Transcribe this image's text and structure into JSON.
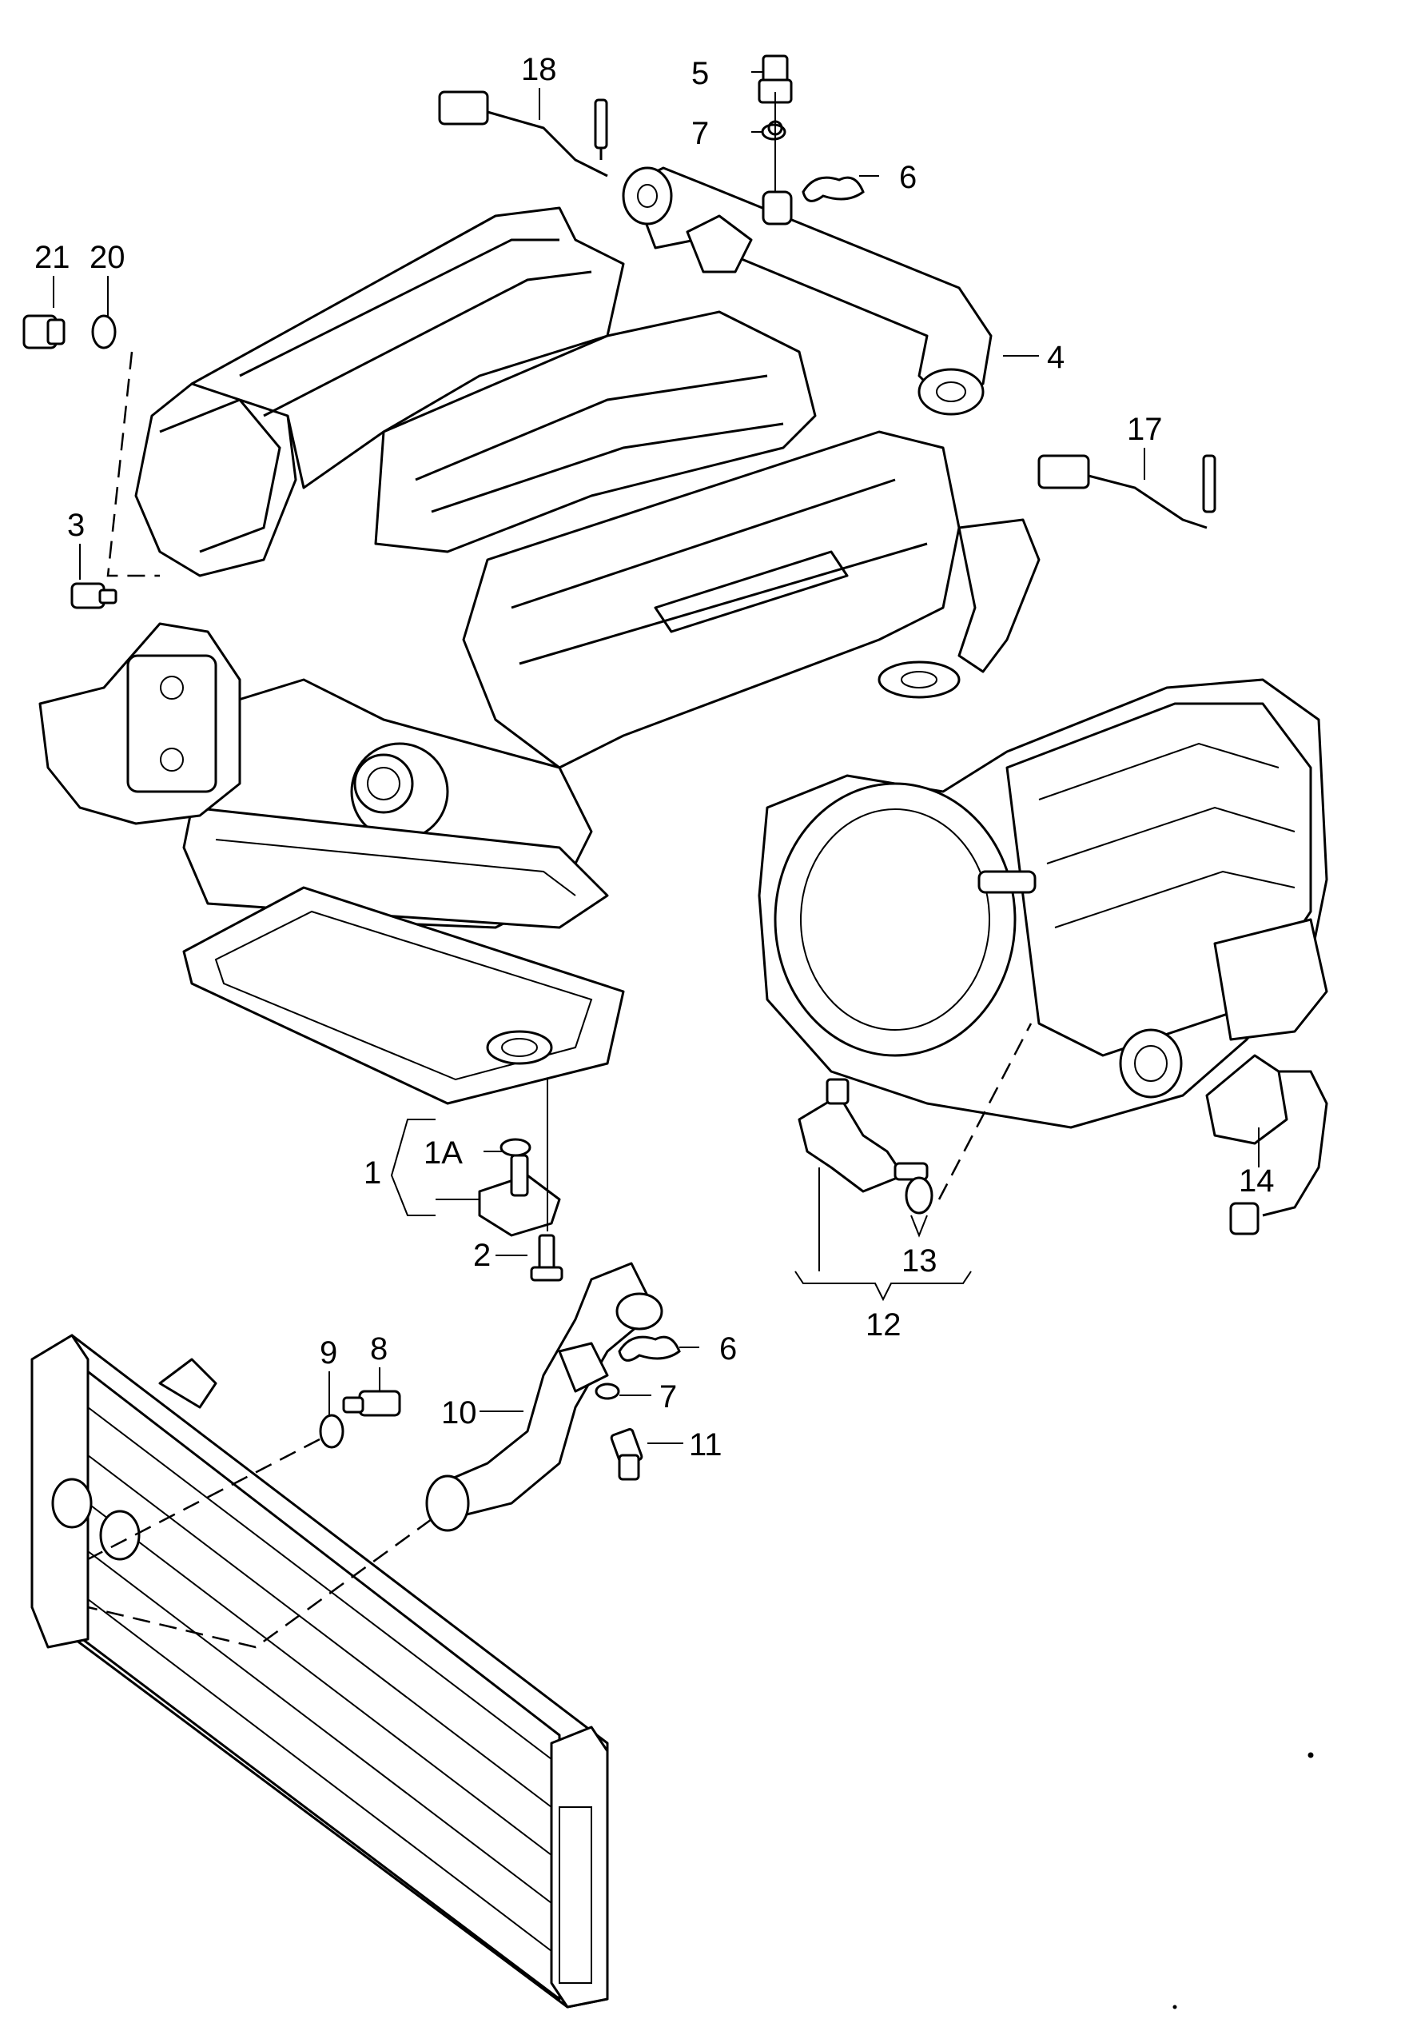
{
  "labels": {
    "l1": "1",
    "l1a": "1A",
    "l2": "2",
    "l3": "3",
    "l4": "4",
    "l5": "5",
    "l6a": "6",
    "l6b": "6",
    "l7a": "7",
    "l7b": "7",
    "l8": "8",
    "l9": "9",
    "l10": "10",
    "l11": "11",
    "l12": "12",
    "l13": "13",
    "l14": "14",
    "l17": "17",
    "l18": "18",
    "l20": "20",
    "l21": "21"
  }
}
